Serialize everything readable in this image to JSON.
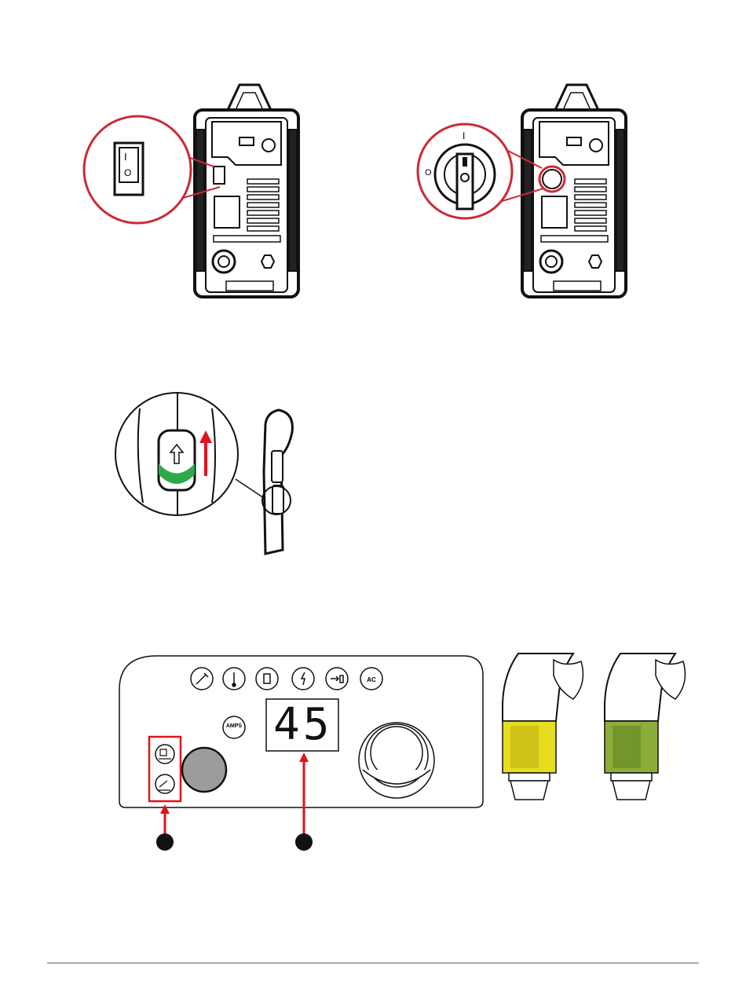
{
  "switch_rocker": {
    "on_mark": "I",
    "off_mark": "O"
  },
  "switch_rotary": {
    "on_mark": "I",
    "off_mark": "O"
  },
  "control_panel": {
    "display_value": "45",
    "amps_label": "AMPS",
    "ac_label": "AC",
    "top_icons": [
      "wrench-icon",
      "thermometer-icon",
      "gas-flow-icon",
      "lightning-icon",
      "gas-purge-icon",
      "ac-icon"
    ],
    "mode_icons": [
      "cut-mode-icon",
      "gouge-mode-icon"
    ]
  },
  "nozzle_colors": {
    "yellow": "#e6dd1e",
    "green": "#8cad3a"
  },
  "accent_colors": {
    "red": "#cc2a36",
    "arrow_red": "#e3121b",
    "trigger_green": "#2fa84a"
  }
}
